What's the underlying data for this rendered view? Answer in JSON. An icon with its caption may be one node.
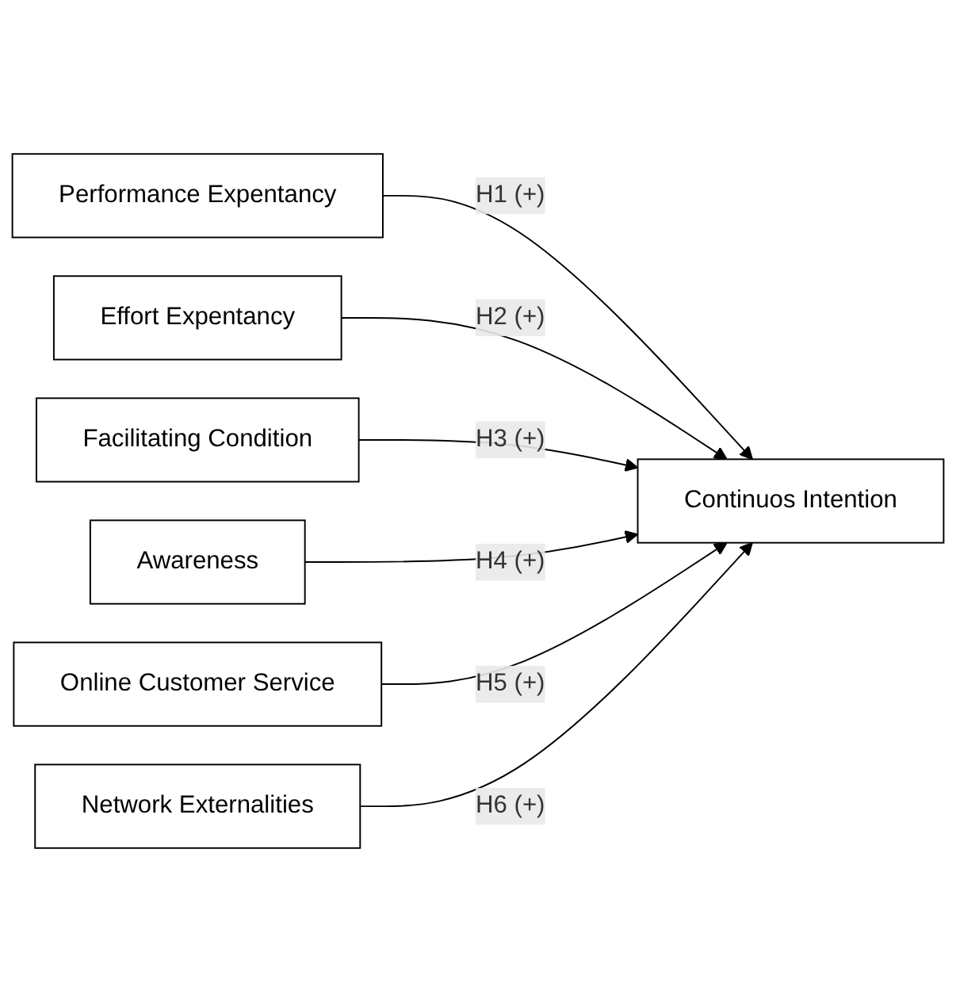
{
  "diagram": {
    "nodes": [
      {
        "text": [
          "Performance Expentancy"
        ]
      },
      {
        "text": [
          "Effort Expentancy"
        ]
      },
      {
        "text": [
          "Facilitating Condition"
        ]
      },
      {
        "text": [
          "Awareness"
        ]
      },
      {
        "text": [
          "Online Customer Service"
        ]
      },
      {
        "text": [
          "Network Externalities"
        ]
      },
      {
        "text": [
          "Continuos Intention"
        ]
      }
    ],
    "edges": [
      {
        "from": 0,
        "to": 6,
        "arrow": "to",
        "label": "H1 (+)"
      },
      {
        "from": 1,
        "to": 6,
        "arrow": "to",
        "label": "H2 (+)"
      },
      {
        "from": 2,
        "to": 6,
        "arrow": "to",
        "label": "H3 (+)"
      },
      {
        "from": 3,
        "to": 6,
        "arrow": "to",
        "label": "H4 (+)"
      },
      {
        "from": 4,
        "to": 6,
        "arrow": "to",
        "label": "H5 (+)"
      },
      {
        "from": 5,
        "to": 6,
        "arrow": "to",
        "label": "H6 (+)"
      }
    ]
  }
}
